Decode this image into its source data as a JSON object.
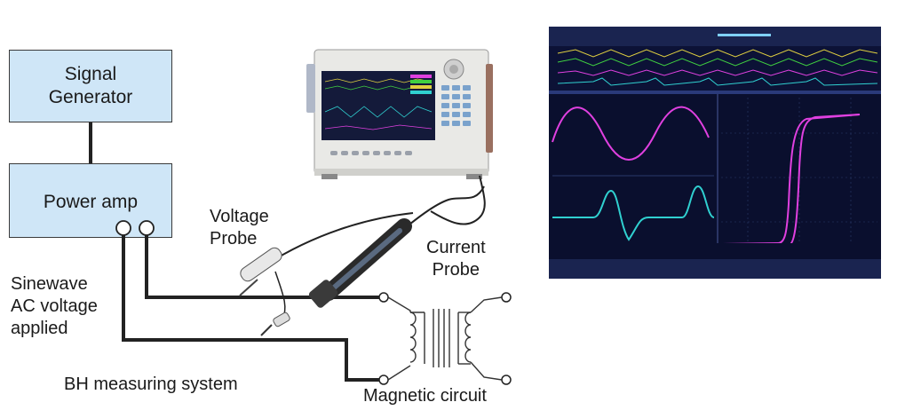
{
  "blocks": {
    "signal_generator": "Signal\nGenerator",
    "power_amp": "Power amp"
  },
  "labels": {
    "voltage_probe": "Voltage\nProbe",
    "current_probe": "Current\nProbe",
    "sinewave": "Sinewave\nAC voltage\napplied",
    "bh_system": "BH measuring system",
    "magnetic_circuit": "Magnetic circuit"
  },
  "colors": {
    "block_fill": "#cfe6f7",
    "screen_bg": "#0a0f2e",
    "trace_magenta": "#e040e0",
    "trace_cyan": "#30d0d0",
    "trace_yellow": "#e0d040",
    "trace_green": "#40d040"
  }
}
